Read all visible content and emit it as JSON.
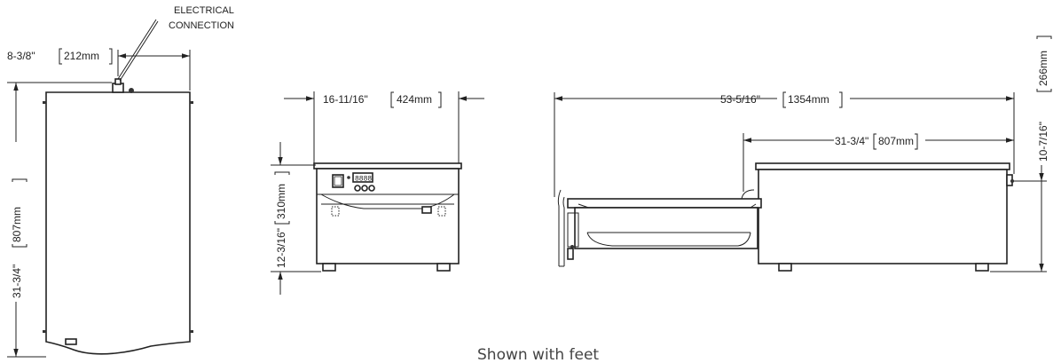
{
  "callouts": {
    "electrical_line1": "ELECTRICAL",
    "electrical_line2": "CONNECTION"
  },
  "top_view": {
    "width_imperial": "8-3/8\"",
    "width_metric": "212mm",
    "depth_imperial": "31-3/4\"",
    "depth_metric": "807mm"
  },
  "front_view": {
    "width_imperial": "16-11/16\"",
    "width_metric": "424mm",
    "height_imperial": "12-3/16\"",
    "height_metric": "310mm",
    "display_text": "8888"
  },
  "side_view": {
    "overall_length_imperial": "53-5/16\"",
    "overall_length_metric": "1354mm",
    "drawer_extension_imperial": "31-3/4\"",
    "drawer_extension_metric": "807mm",
    "height_imperial": "10-7/16\"",
    "height_metric": "266mm"
  },
  "caption": "Shown with feet"
}
